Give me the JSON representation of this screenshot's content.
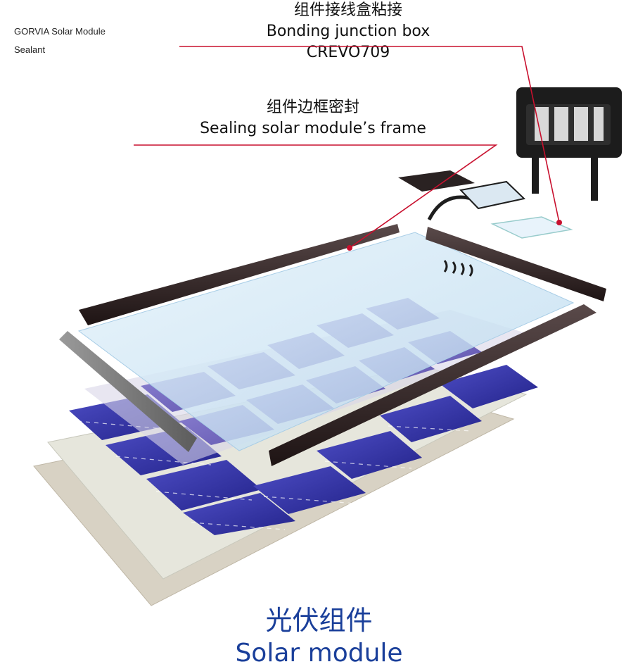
{
  "brand": {
    "line1": "GORVIA Solar Module",
    "line2": "Sealant"
  },
  "callouts": {
    "junction_box": {
      "zh": "组件接线盒粘接",
      "en": "Bonding junction box",
      "model": "CREVO709"
    },
    "frame": {
      "zh": "组件边框密封",
      "en": "Sealing solar module’s frame"
    }
  },
  "title": {
    "zh": "光伏组件",
    "en": "Solar module"
  },
  "colors": {
    "leader": "#c8102e",
    "title": "#1a3f9a",
    "cell": "#3a3aa6",
    "frame": "#2a1e1e",
    "glass": "#cfe6f5",
    "backsheet": "#d8d2c4"
  },
  "icons": [
    "junction-box-icon",
    "heat-waves-icon"
  ]
}
